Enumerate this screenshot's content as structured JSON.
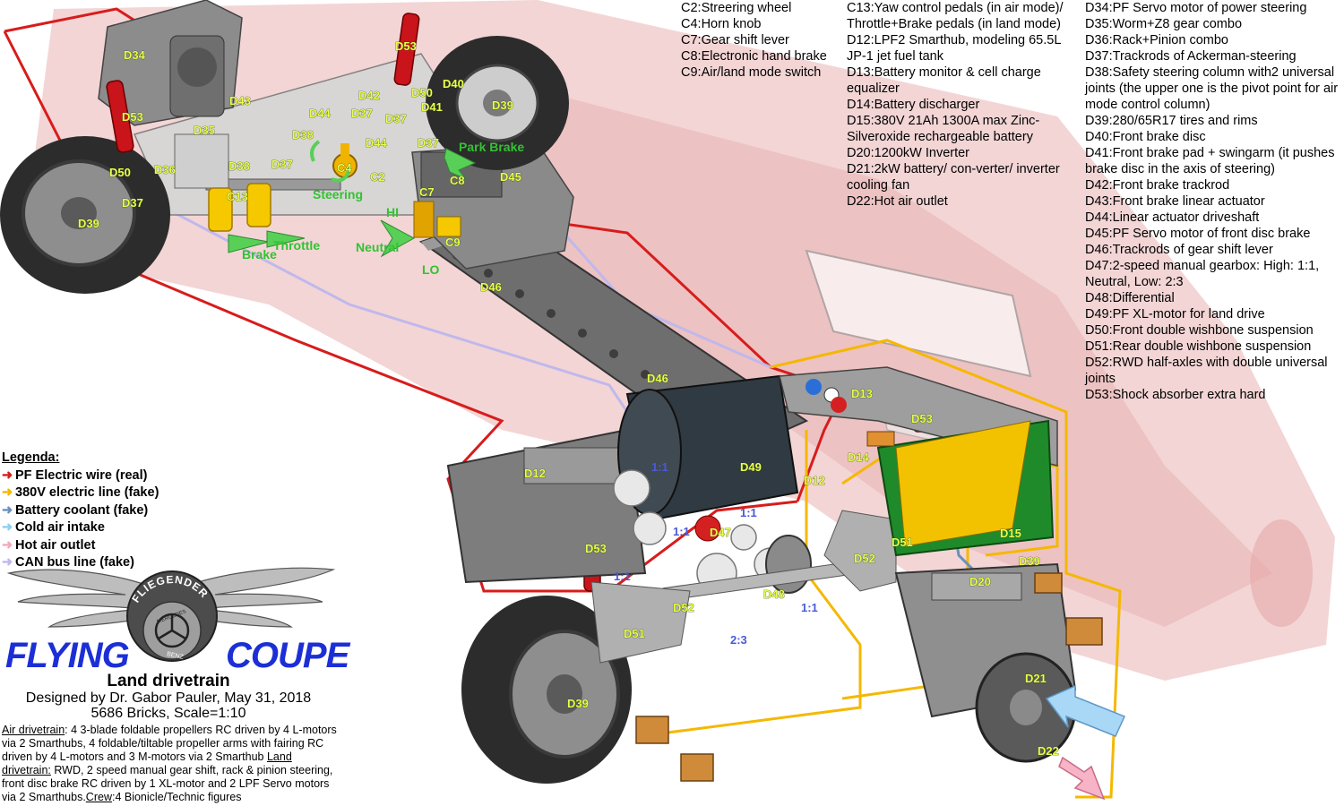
{
  "components_col1": [
    "C2:Streering wheel",
    "C4:Horn knob",
    "C7:Gear shift lever",
    "C8:Electronic hand brake",
    "C9:Air/land mode switch"
  ],
  "components_col2": [
    "C13:Yaw control pedals (in air mode)/ Throttle+Brake pedals (in land mode)",
    "D12:LPF2 Smarthub, modeling 65.5L JP-1 jet fuel tank",
    "D13:Battery monitor & cell charge equalizer",
    "D14:Battery discharger",
    "D15:380V 21Ah 1300A max Zinc-Silveroxide rechargeable battery",
    "D20:1200kW Inverter",
    "D21:2kW battery/ con-verter/ inverter cooling fan",
    "D22:Hot air outlet"
  ],
  "components_col3": [
    "D34:PF Servo motor of power steering",
    "D35:Worm+Z8 gear combo",
    "D36:Rack+Pinion combo",
    "D37:Trackrods of Ackerman-steering",
    "D38:Safety steering column with2 universal joints (the upper one is the pivot point for air mode control column)",
    "D39:280/65R17 tires and rims",
    "D40:Front brake disc",
    "D41:Front brake pad + swingarm (it pushes brake disc in the axis of steering)",
    "D42:Front brake trackrod",
    "D43:Front brake linear actuator",
    "D44:Linear actuator driveshaft",
    "D45:PF Servo motor of front disc brake",
    "D46:Trackrods of gear shift lever",
    "D47:2-speed manual gearbox: High: 1:1, Neutral, Low: 2:3",
    "D48:Differential",
    "D49:PF XL-motor for land drive",
    "D50:Front double wishbone suspension",
    "D51:Rear double wishbone suspension",
    "D52:RWD half-axles with double universal joints",
    "D53:Shock absorber extra hard"
  ],
  "legend": {
    "title": "Legenda:",
    "items": [
      {
        "label": "PF Electric wire (real)",
        "color": "#d81c1c"
      },
      {
        "label": "380V electric line (fake)",
        "color": "#f5b800"
      },
      {
        "label": "Battery coolant (fake)",
        "color": "#6a8fbf"
      },
      {
        "label": "Cold air intake",
        "color": "#8fd0f0"
      },
      {
        "label": "Hot air outlet",
        "color": "#f4a9c0"
      },
      {
        "label": "CAN bus line (fake)",
        "color": "#c0b8ec"
      }
    ]
  },
  "logo": {
    "arc_text": "FLIEGENDER",
    "brand_top": "MERCEDES",
    "brand_bottom": "BENZ",
    "title_left": "FLYING",
    "title_right": "COUPE"
  },
  "credits": {
    "subtitle": "Land drivetrain",
    "designer": "Designed by Dr. Gabor Pauler, May 31, 2018",
    "bricks": "5686 Bricks, Scale=1:10"
  },
  "notes": {
    "air_label": "Air drivetrain",
    "air_text": ": 4 3-blade foldable propellers RC driven by 4 L-motors via 2 Smarthubs, 4 foldable/tiltable propeller arms with fairing RC driven by 4 L-motors and 3 M-motors via 2 Smarthub",
    "land_label": "Land drivetrain:",
    "land_text": " RWD, 2 speed manual gear shift, rack & pinion steering, front disc brake RC driven by 1 XL-motor and 2 LPF Servo motors via 2 Smarthubs.",
    "crew_label": "Crew",
    "crew_text": ":4 Bionicle/Technic figures"
  },
  "diagram_labels": {
    "D34": "D34",
    "D53": "D53",
    "D43": "D43",
    "D42": "D42",
    "D50": "D50",
    "D40": "D40",
    "D39": "D39",
    "D41": "D41",
    "D44": "D44",
    "D37": "D37",
    "D35": "D35",
    "D36": "D36",
    "D38": "D38",
    "C13": "C13",
    "C4": "C4",
    "C2": "C2",
    "C7": "C7",
    "C8": "C8",
    "C9": "C9",
    "D45": "D45",
    "D46": "D46",
    "D12": "D12",
    "D49": "D49",
    "D13": "D13",
    "D14": "D14",
    "D15": "D15",
    "D47": "D47",
    "D48": "D48",
    "D51": "D51",
    "D52": "D52",
    "D20": "D20",
    "D21": "D21",
    "D22": "D22"
  },
  "control_labels": {
    "steering": "Steering",
    "park_brake": "Park Brake",
    "throttle": "Throttle",
    "brake": "Brake",
    "hi": "HI",
    "neutral": "Neutral",
    "lo": "LO"
  },
  "ratio_labels": {
    "r1": "1:1",
    "r2": "1:1",
    "r3": "1:1",
    "r4": "1:1",
    "r5": "1:1",
    "r6": "2:3"
  }
}
